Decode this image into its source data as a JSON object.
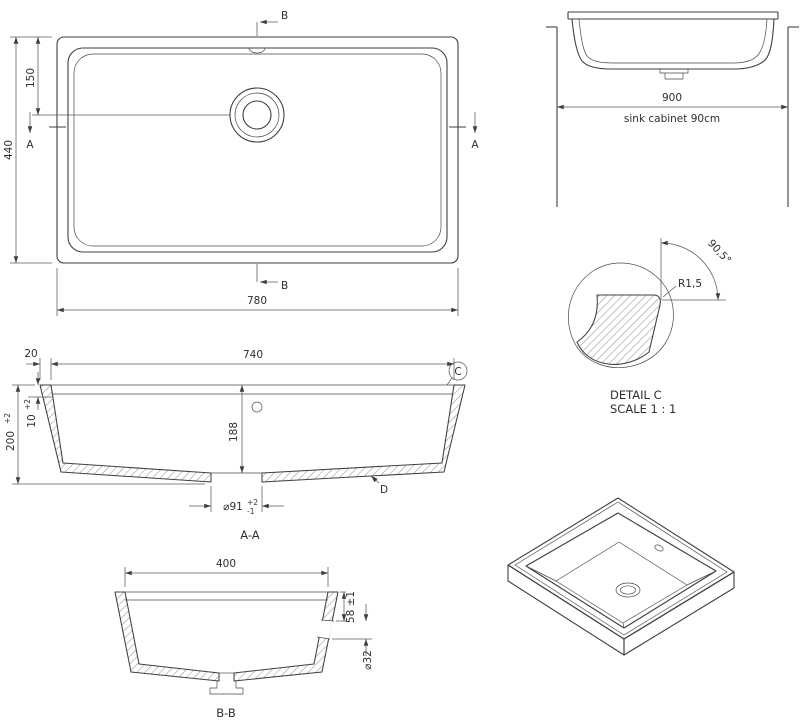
{
  "top_view": {
    "dim_width": "780",
    "dim_height": "440",
    "dim_drain_offset": "150",
    "marker_b": "B",
    "marker_a": "A"
  },
  "front_view": {
    "dim_cabinet_width": "900",
    "cabinet_note": "sink cabinet 90cm"
  },
  "detail_c": {
    "angle": "90,5°",
    "radius": "R1,5",
    "title": "DETAIL C",
    "scale": "SCALE 1 : 1"
  },
  "section_aa": {
    "dim_rim_lip": "20",
    "dim_inner_width": "740",
    "dim_depth": "200",
    "dim_depth_tol": "+2",
    "dim_rim_step": "10",
    "dim_rim_step_tol": "+2",
    "dim_bowl_depth": "188",
    "dim_drain_dia": "⌀91",
    "dim_drain_tol_plus": "+2",
    "dim_drain_tol_minus": "-1",
    "balloon_c": "C",
    "label_d": "D",
    "caption": "A-A"
  },
  "section_bb": {
    "dim_inner_width": "400",
    "dim_overflow_offset": "58 ±1",
    "dim_overflow_dia": "⌀32",
    "caption": "B-B"
  }
}
